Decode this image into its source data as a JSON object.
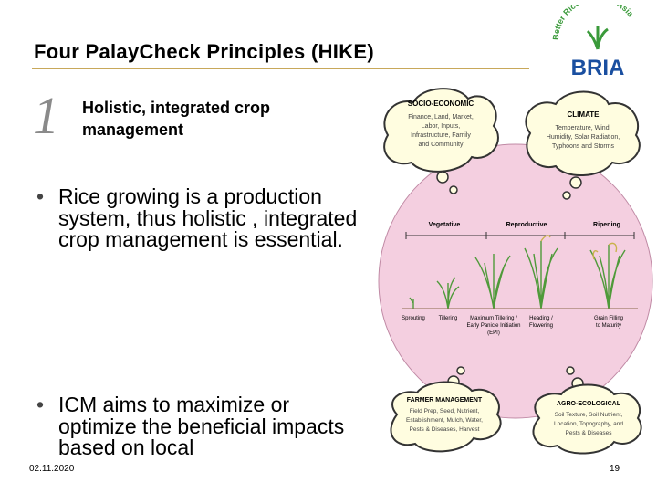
{
  "header": {
    "title": "Four PalayCheck Principles (HIKE)"
  },
  "logo": {
    "arc_text": "Better Rice Initiative Asia",
    "wordmark": "BRIA",
    "green": "#3a9a3a",
    "blue": "#1a4fa0"
  },
  "principle": {
    "number": "1",
    "text": "Holistic, integrated crop management"
  },
  "bullets": [
    "Rice growing is a production system, thus holistic , integrated crop management is essential.",
    "ICM aims to maximize or optimize the beneficial impacts based on local"
  ],
  "diagram": {
    "socio": {
      "title": "SOCIO-ECONOMIC",
      "lines": [
        "Finance, Land, Market,",
        "Labor, Inputs,",
        "Infrastructure, Family",
        "and Community"
      ]
    },
    "climate": {
      "title": "CLIMATE",
      "lines": [
        "Temperature, Wind,",
        "Humidity, Solar Radiation,",
        "Typhoons and Storms"
      ]
    },
    "farmer": {
      "title": "FARMER MANAGEMENT",
      "lines": [
        "Field Prep, Seed, Nutrient,",
        "Establishment, Mulch, Water,",
        "Pests & Diseases, Harvest"
      ]
    },
    "agro": {
      "title": "AGRO-ECOLOGICAL",
      "lines": [
        "Soil Texture, Soil Nutrient,",
        "Location, Topography, and",
        "Pests & Diseases"
      ]
    },
    "phases": [
      "Vegetative",
      "Reproductive",
      "Ripening"
    ],
    "stages": [
      "Sprouting",
      "Tillering",
      "Maximum Tillering / Early Panicle Initiation (EPI)",
      "Heading / Flowering",
      "Grain Filling to Maturity"
    ],
    "colors": {
      "circle": "#f4cfe0",
      "cloud": "#fffde0",
      "cloud_border": "#333333",
      "plant": "#4f9a3a"
    }
  },
  "footer": {
    "date": "02.11.2020",
    "page": "19"
  }
}
